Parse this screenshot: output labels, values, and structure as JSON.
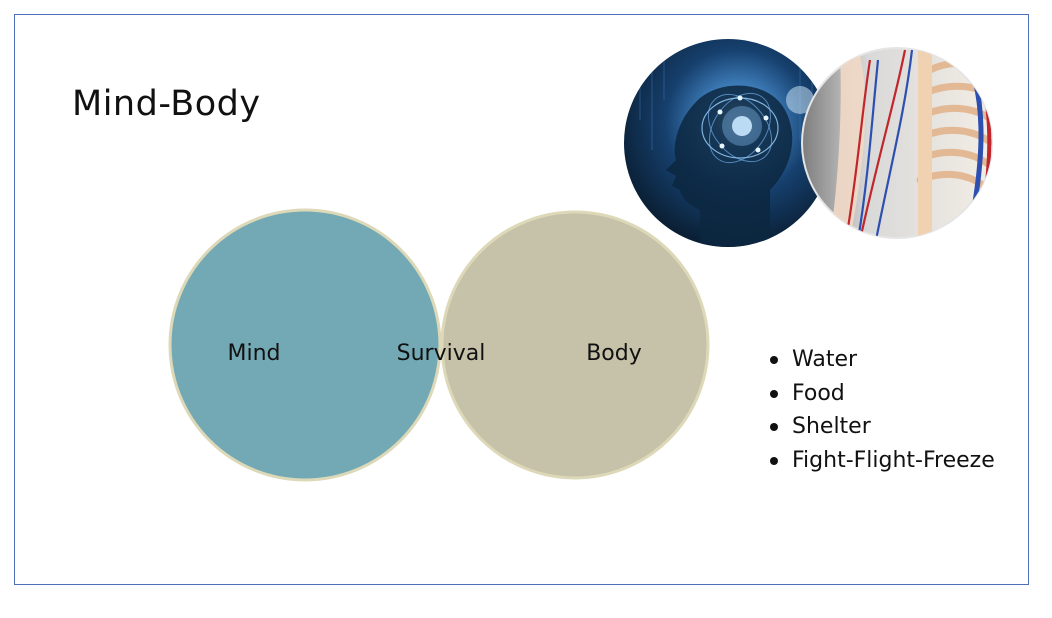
{
  "title": "Mind-Body",
  "venn": {
    "left_label": "Mind",
    "center_label": "Survival",
    "right_label": "Body",
    "colors": {
      "left": "#73a9b4",
      "right": "#c6c1a9",
      "overlap": "#5d8790",
      "stroke": "#ddd9b8"
    }
  },
  "images": {
    "brain": "brain-network-head-image",
    "anatomy": "torso-anatomy-image"
  },
  "bullets": [
    "Water",
    "Food",
    "Shelter",
    "Fight-Flight-Freeze"
  ]
}
